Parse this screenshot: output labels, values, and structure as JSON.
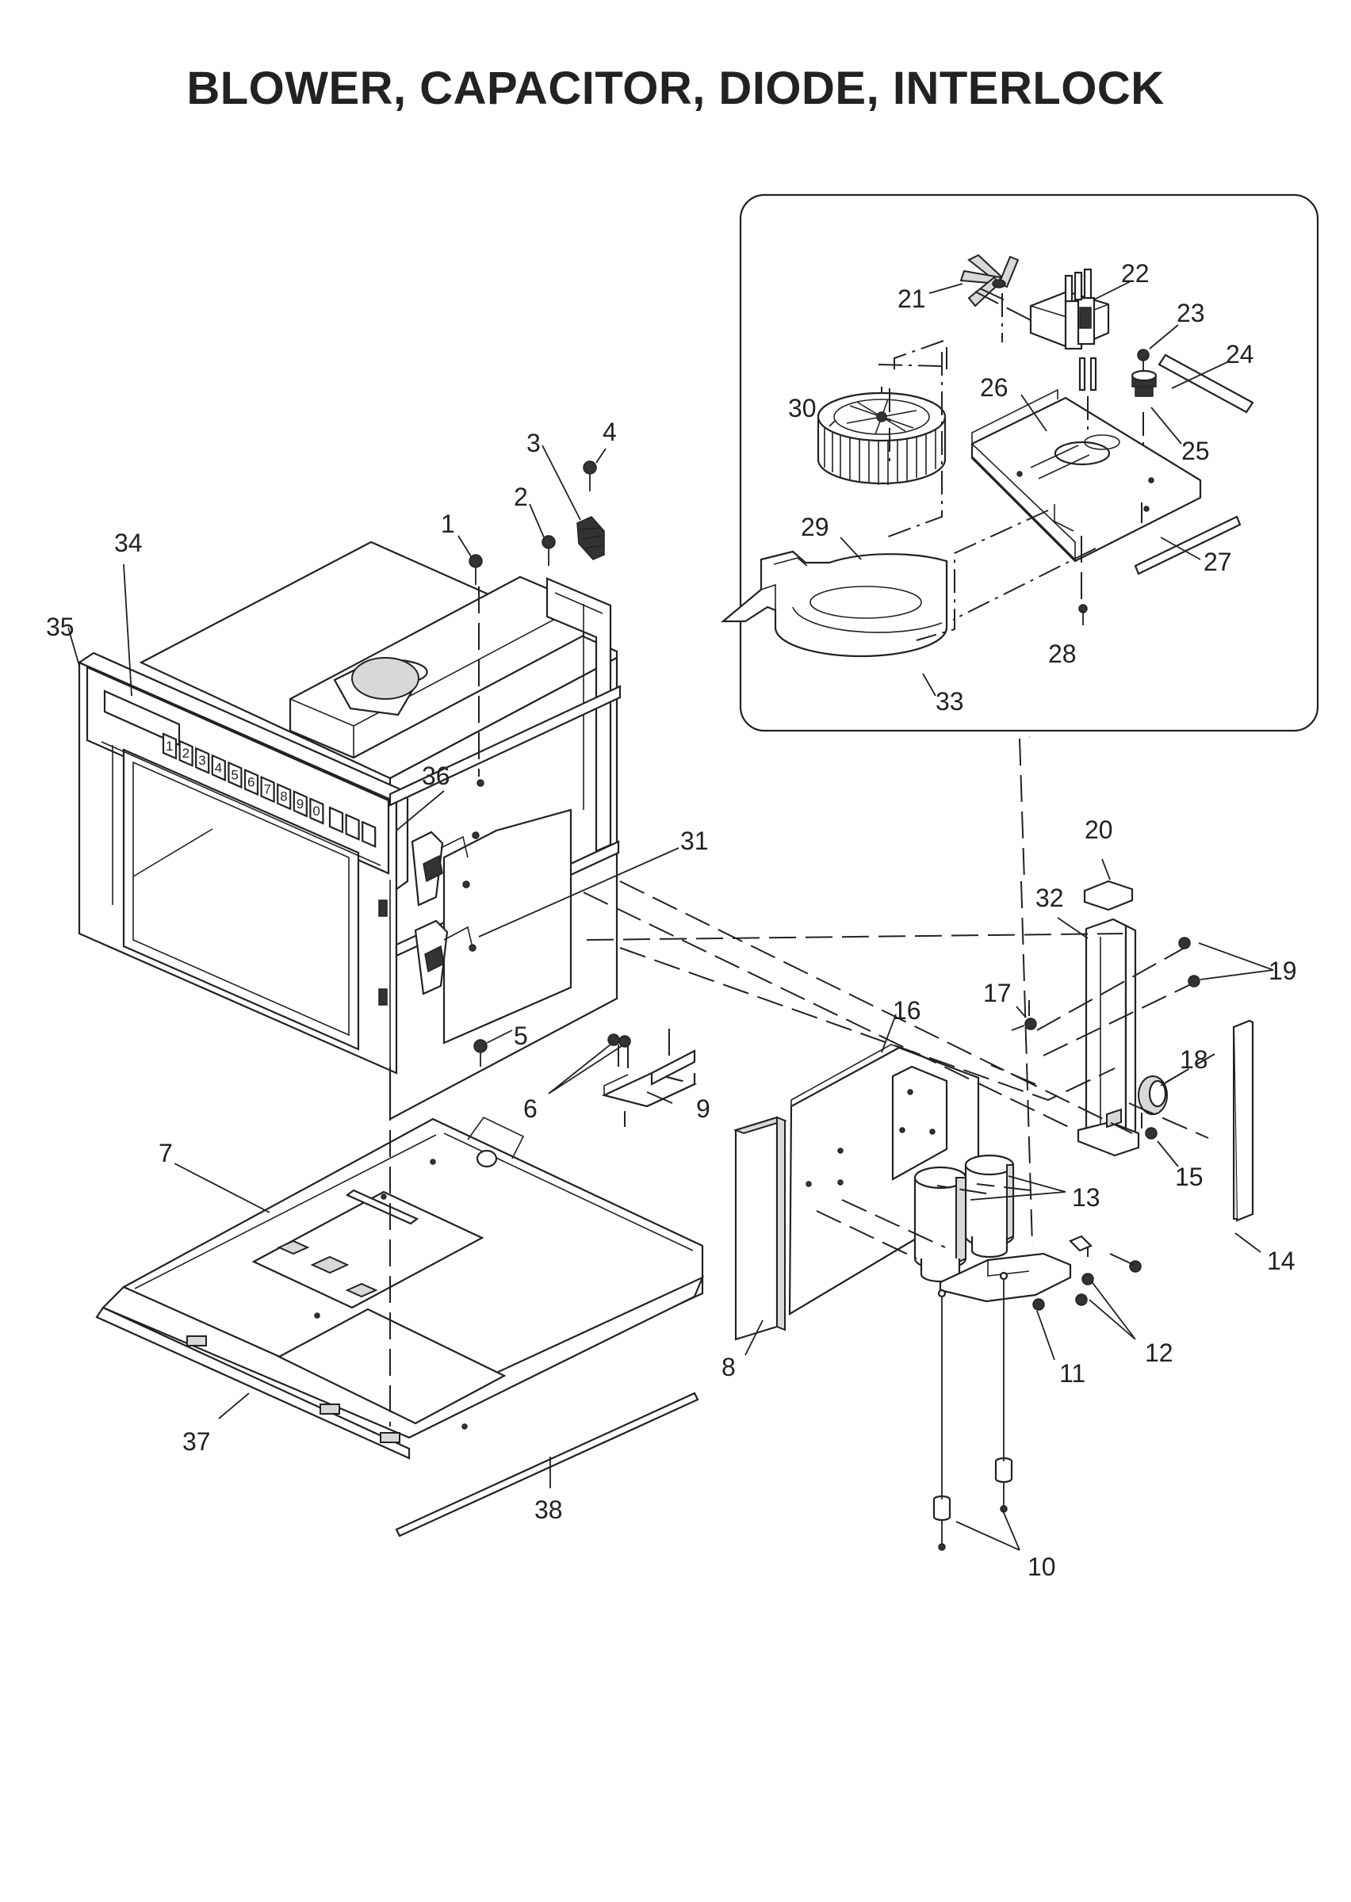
{
  "title": "BLOWER, CAPACITOR, DIODE, INTERLOCK",
  "keypad_labels": [
    "1",
    "2",
    "3",
    "4",
    "5",
    "6",
    "7",
    "8",
    "9",
    "0"
  ],
  "callouts": [
    {
      "id": "1",
      "label": "1"
    },
    {
      "id": "2",
      "label": "2"
    },
    {
      "id": "3",
      "label": "3"
    },
    {
      "id": "4",
      "label": "4"
    },
    {
      "id": "5",
      "label": "5"
    },
    {
      "id": "6",
      "label": "6"
    },
    {
      "id": "7",
      "label": "7"
    },
    {
      "id": "8",
      "label": "8"
    },
    {
      "id": "9",
      "label": "9"
    },
    {
      "id": "10",
      "label": "10"
    },
    {
      "id": "11",
      "label": "11"
    },
    {
      "id": "12",
      "label": "12"
    },
    {
      "id": "13",
      "label": "13"
    },
    {
      "id": "14",
      "label": "14"
    },
    {
      "id": "15",
      "label": "15"
    },
    {
      "id": "16",
      "label": "16"
    },
    {
      "id": "17",
      "label": "17"
    },
    {
      "id": "18",
      "label": "18"
    },
    {
      "id": "19",
      "label": "19"
    },
    {
      "id": "20",
      "label": "20"
    },
    {
      "id": "21",
      "label": "21"
    },
    {
      "id": "22",
      "label": "22"
    },
    {
      "id": "23",
      "label": "23"
    },
    {
      "id": "24",
      "label": "24"
    },
    {
      "id": "25",
      "label": "25"
    },
    {
      "id": "26",
      "label": "26"
    },
    {
      "id": "27",
      "label": "27"
    },
    {
      "id": "28",
      "label": "28"
    },
    {
      "id": "29",
      "label": "29"
    },
    {
      "id": "30",
      "label": "30"
    },
    {
      "id": "31",
      "label": "31"
    },
    {
      "id": "32",
      "label": "32"
    },
    {
      "id": "33",
      "label": "33"
    },
    {
      "id": "34",
      "label": "34"
    },
    {
      "id": "35",
      "label": "35"
    },
    {
      "id": "36",
      "label": "36"
    },
    {
      "id": "37",
      "label": "37"
    },
    {
      "id": "38",
      "label": "38"
    }
  ]
}
